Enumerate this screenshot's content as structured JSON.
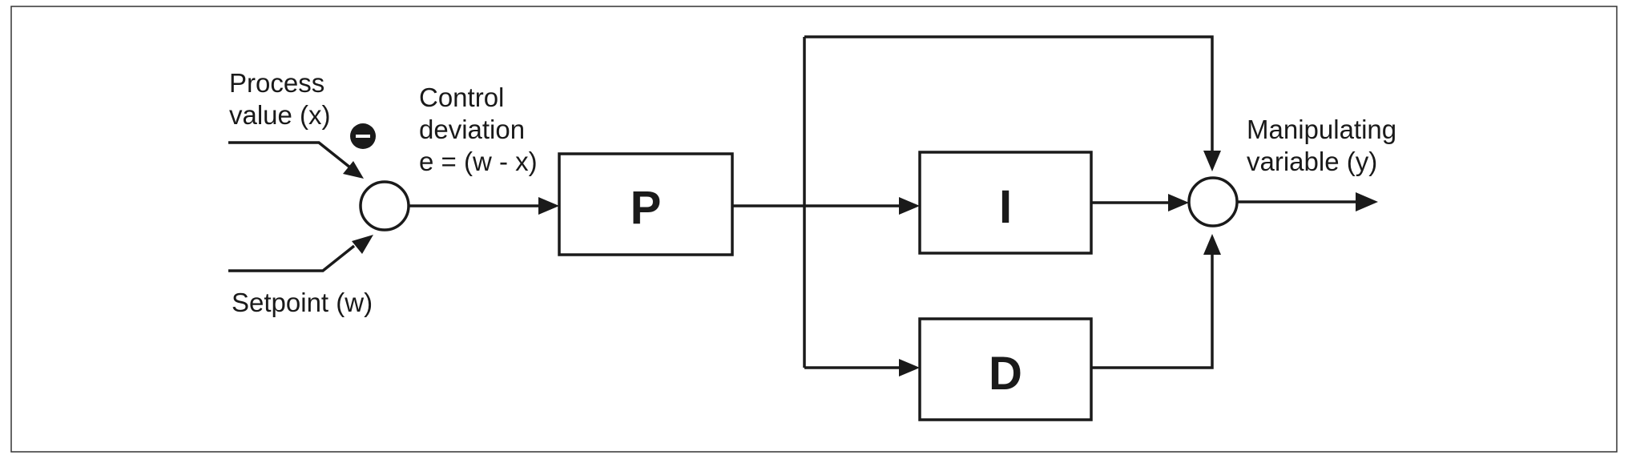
{
  "labels": {
    "process_value": [
      "Process",
      "value (x)"
    ],
    "setpoint": "Setpoint (w)",
    "control_deviation": [
      "Control",
      "deviation",
      "e = (w - x)"
    ],
    "manipulating_variable": [
      "Manipulating",
      "variable (y)"
    ],
    "minus_sign": "−"
  },
  "blocks": {
    "p": "P",
    "i": "I",
    "d": "D"
  },
  "colors": {
    "line": "#1a1a1a",
    "background": "#ffffff"
  }
}
